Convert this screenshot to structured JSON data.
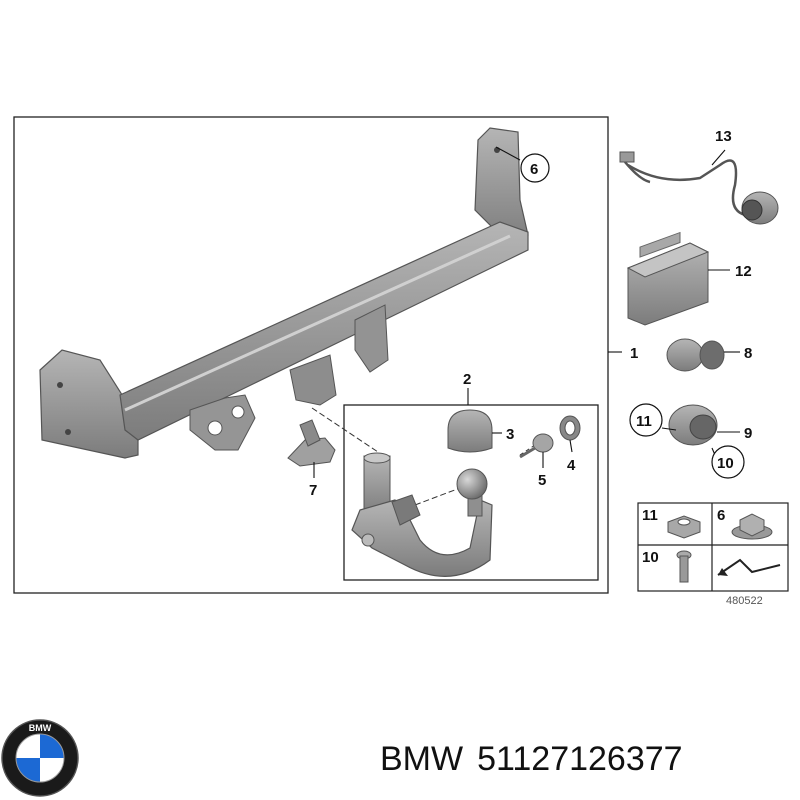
{
  "callouts": {
    "c1": "1",
    "c2": "2",
    "c3": "3",
    "c4": "4",
    "c5": "5",
    "c6": "6",
    "c7": "7",
    "c8": "8",
    "c9": "9",
    "c10": "10",
    "c11": "11",
    "c12": "12",
    "c13": "13"
  },
  "legend": {
    "l11": "11",
    "l6": "6",
    "l10": "10"
  },
  "reference_number": "480522",
  "brand": {
    "name": "BMW",
    "logo_letters": "BMW"
  },
  "part_number": "51127126377",
  "colors": {
    "part_grey": "#9a9a9a",
    "part_dark": "#6e6e6e",
    "bmw_blue": "#1c69d4"
  }
}
